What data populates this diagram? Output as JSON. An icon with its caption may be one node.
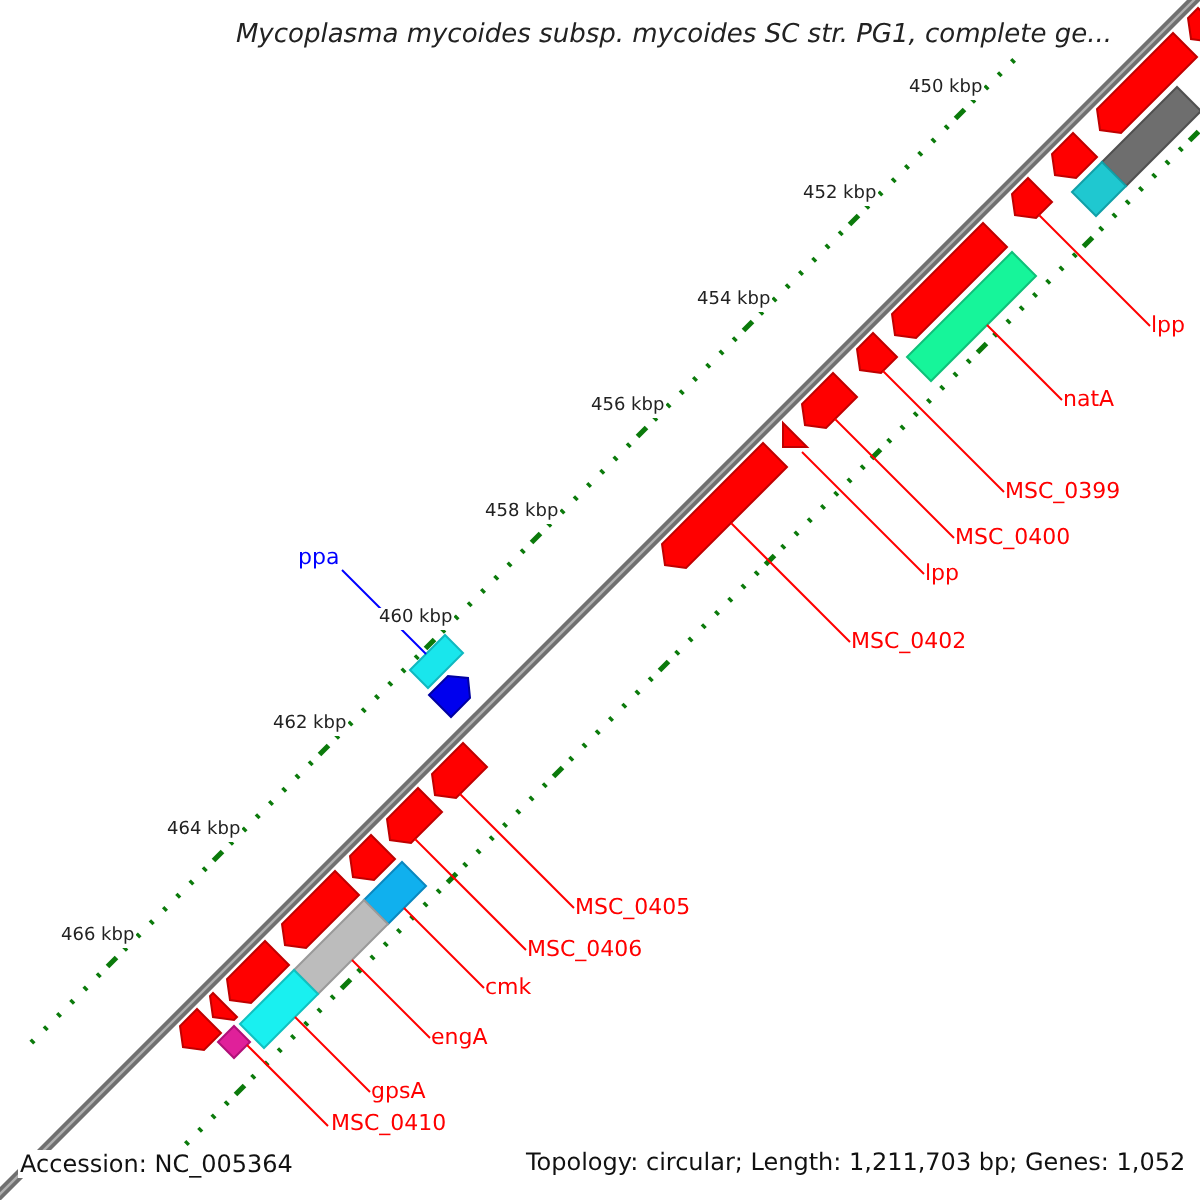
{
  "diagram": {
    "title": "Mycoplasma mycoides subsp. mycoides SC str. PG1, complete ge...",
    "nodes": [
      {
        "text": [],
        "shape": "arrow"
      },
      {
        "text": [],
        "shape": "bar"
      },
      {
        "text": [],
        "shape": "arrow"
      },
      {
        "text": [],
        "shape": "arrow"
      },
      {
        "text": [],
        "shape": "bar"
      },
      {
        "text": [],
        "shape": "arrow"
      },
      {
        "text": [],
        "shape": "arrow"
      },
      {
        "text": [],
        "shape": "bar"
      },
      {
        "text": [],
        "shape": "arrow"
      },
      {
        "text": [],
        "shape": "arrow"
      },
      {
        "text": [],
        "shape": "triangle"
      },
      {
        "text": [],
        "shape": "arrow"
      },
      {
        "text": [],
        "shape": "bar"
      },
      {
        "text": [],
        "shape": "arrow"
      },
      {
        "text": [],
        "shape": "arrow"
      },
      {
        "text": [],
        "shape": "arrow"
      },
      {
        "text": [],
        "shape": "bar"
      },
      {
        "text": [],
        "shape": "arrow"
      },
      {
        "text": [],
        "shape": "arrow"
      },
      {
        "text": [],
        "shape": "bar"
      },
      {
        "text": [],
        "shape": "arrow"
      },
      {
        "text": [],
        "shape": "bar"
      },
      {
        "text": [],
        "shape": "arrow"
      },
      {
        "text": [],
        "shape": "bar"
      },
      {
        "text": [],
        "shape": "arrow"
      },
      {
        "text": [
          "lpp"
        ]
      },
      {
        "text": [
          "natA"
        ]
      },
      {
        "text": [
          "MSC_0399"
        ]
      },
      {
        "text": [
          "MSC_0400"
        ]
      },
      {
        "text": [
          "ppa"
        ]
      },
      {
        "text": [
          "lpp"
        ]
      },
      {
        "text": [
          "MSC_0402"
        ]
      },
      {
        "text": [
          "MSC_0405"
        ]
      },
      {
        "text": [
          "MSC_0406"
        ]
      },
      {
        "text": [
          "cmk"
        ]
      },
      {
        "text": [
          "engA"
        ]
      },
      {
        "text": [
          "gpsA"
        ]
      },
      {
        "text": [
          "MSC_0410"
        ]
      }
    ],
    "edges": [
      {
        "from": 25,
        "to": 5,
        "arrow": "none"
      },
      {
        "from": 26,
        "to": 7,
        "arrow": "none"
      },
      {
        "from": 27,
        "to": 8,
        "arrow": "none"
      },
      {
        "from": 28,
        "to": 9,
        "arrow": "none"
      },
      {
        "from": 29,
        "to": 12,
        "arrow": "none",
        "color": "#0000ff"
      },
      {
        "from": 30,
        "to": 10,
        "arrow": "none"
      },
      {
        "from": 31,
        "to": 11,
        "arrow": "none"
      },
      {
        "from": 32,
        "to": 14,
        "arrow": "none"
      },
      {
        "from": 33,
        "to": 15,
        "arrow": "none"
      },
      {
        "from": 34,
        "to": 16,
        "arrow": "none"
      },
      {
        "from": 35,
        "to": 19,
        "arrow": "none"
      },
      {
        "from": 36,
        "to": 21,
        "arrow": "none"
      },
      {
        "from": 37,
        "to": 23,
        "arrow": "none"
      }
    ],
    "labels": [
      "450 kbp",
      "452 kbp",
      "454 kbp",
      "456 kbp",
      "458 kbp",
      "460 kbp",
      "462 kbp",
      "464 kbp",
      "466 kbp",
      "Accession: NC_005364",
      "Topology: circular; Length: 1,211,703 bp; Genes: 1,052"
    ]
  }
}
